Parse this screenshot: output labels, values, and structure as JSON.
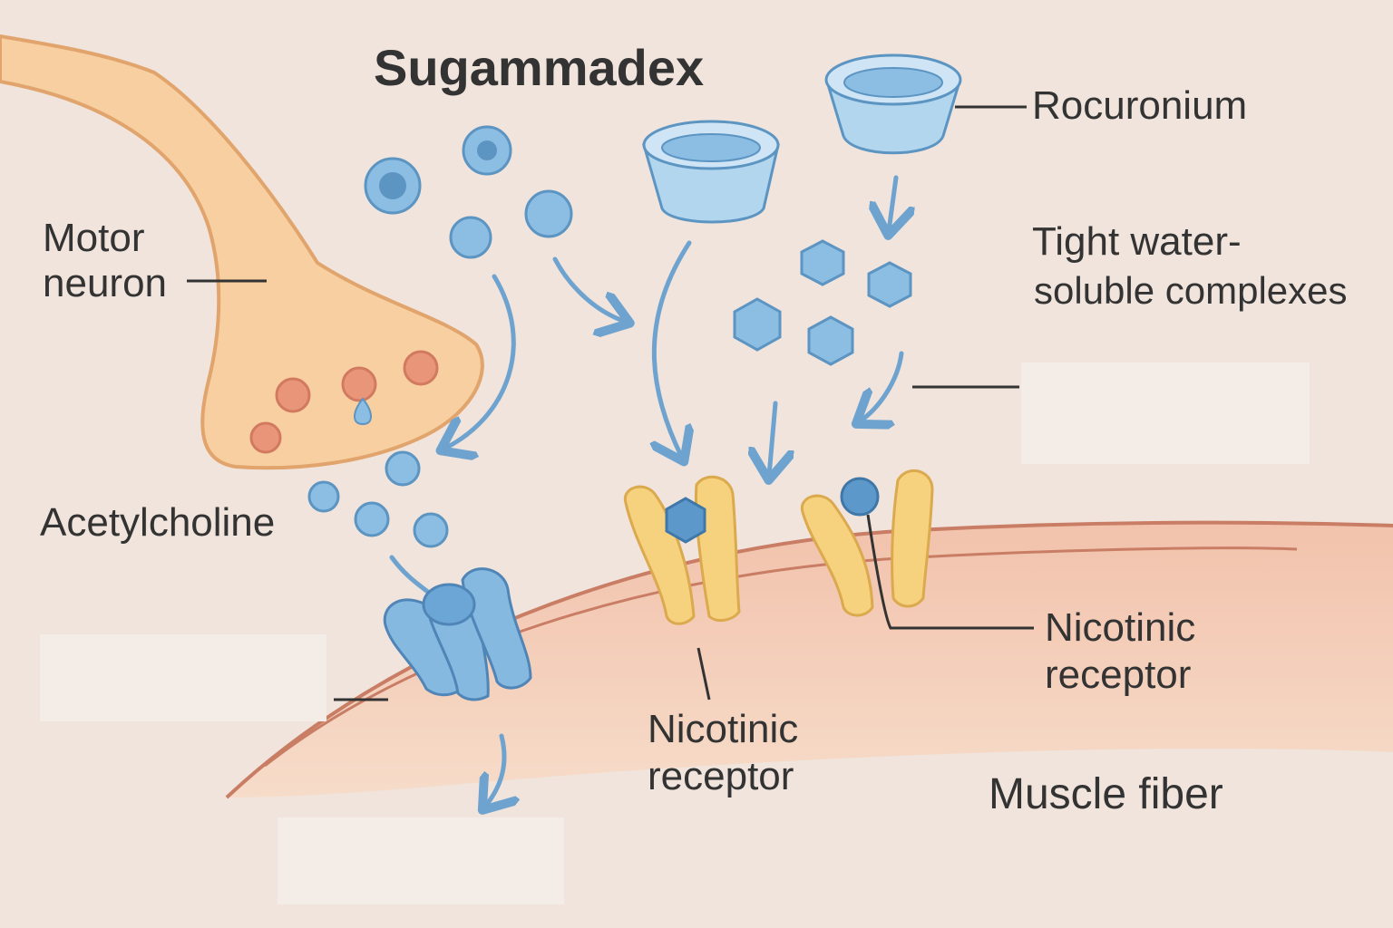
{
  "labels": {
    "title": "Sugammadex",
    "rocuronium": "Rocuronium",
    "motor_neuron_line1": "Motor",
    "motor_neuron_line2": "neuron",
    "complexes_line1": "Tight water-",
    "complexes_line2": "soluble complexes",
    "acetylcholine": "Acetylcholine",
    "nicotinic_right_line1": "Nicotinic",
    "nicotinic_right_line2": "receptor",
    "nicotinic_center_line1": "Nicotinic",
    "nicotinic_center_line2": "receptor",
    "muscle_fiber": "Muscle fiber"
  },
  "colors": {
    "background": "#f0e4dc",
    "neuron_fill": "#f7cfa0",
    "neuron_stroke": "#e0a46c",
    "vesicle_fill": "#e8957a",
    "molecule_fill": "#8cbde3",
    "molecule_stroke": "#5c94c2",
    "cup_fill": "#b3d6ef",
    "receptor_yellow": "#f6d27e",
    "receptor_yellow_stroke": "#dba94e",
    "receptor_blue": "#86b9e0",
    "membrane_fill": "#f3cbb6",
    "membrane_stroke": "#c97d65",
    "text": "#333333"
  },
  "icons": {
    "sugammadex_cup": "cyclodextrin-cup-icon",
    "acetylcholine": "circle-molecule-icon",
    "rocuronium_complex": "hexagon-molecule-icon"
  }
}
